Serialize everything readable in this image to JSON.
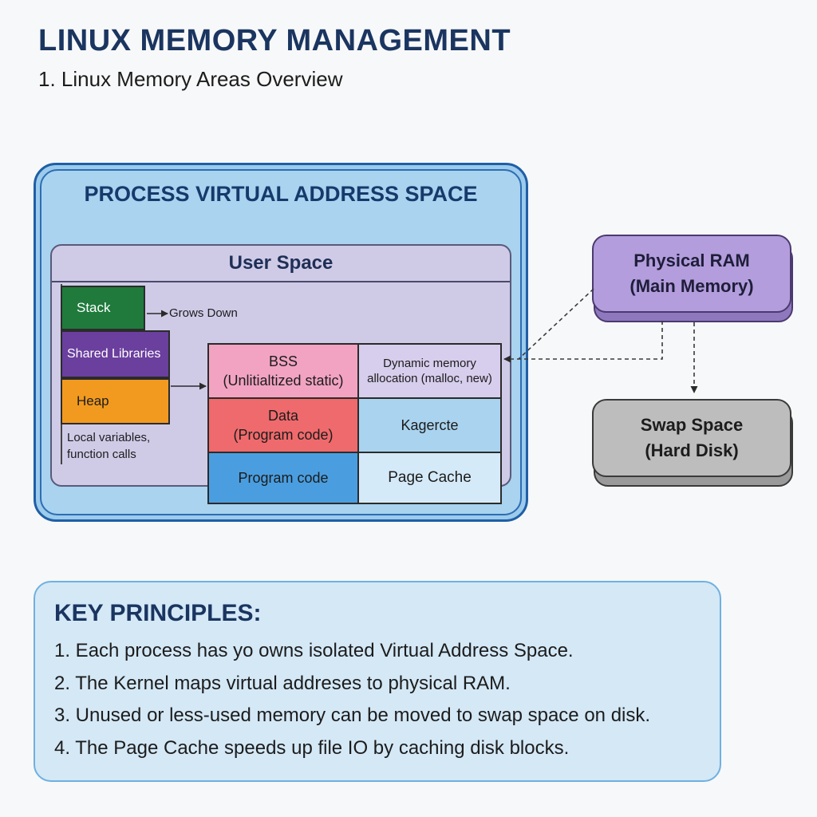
{
  "header": {
    "title": "LINUX MEMORY MANAGEMENT",
    "subtitle": "1. Linux Memory Areas Overview"
  },
  "process_space": {
    "title": "PROCESS VIRTUAL ADDRESS SPACE",
    "user_space": {
      "title": "User Space",
      "stack": "Stack",
      "shared_libraries": "Shared Libraries",
      "heap": "Heap",
      "grows_note": "Grows Down",
      "local_note_line1": "Local variables,",
      "local_note_line2": "function calls",
      "segments": {
        "bss_line1": "BSS",
        "bss_line2": "(Unlitialtized static)",
        "dynamic_line1": "Dynamic memory",
        "dynamic_line2": "allocation (malloc, new)",
        "data_line1": "Data",
        "data_line2": "(Program code)",
        "kernel": "Kagercte",
        "program_code": "Program code",
        "page_cache": "Page Cache"
      }
    }
  },
  "physical": {
    "ram_line1": "Physical RAM",
    "ram_line2": "(Main Memory)",
    "swap_line1": "Swap Space",
    "swap_line2": "(Hard Disk)"
  },
  "key_principles": {
    "title": "KEY PRINCIPLES:",
    "items": [
      "1. Each process has yo owns isolated Virtual Address Space.",
      "2. The Kernel maps virtual addreses to physical RAM.",
      "3. Unused or less-used memory can be moved to swap space on disk.",
      "4. The Page Cache speeds up file IO by caching disk blocks."
    ]
  },
  "colors": {
    "title": "#1a3560",
    "stack": "#1f7a3c",
    "shared_libraries": "#6a3f9e",
    "heap": "#f19a1f",
    "bss": "#f2a3c2",
    "data": "#ef6a6c",
    "program_code": "#4a9ee0",
    "physical_ram": "#b39ddc",
    "swap_space": "#bdbdbd"
  }
}
